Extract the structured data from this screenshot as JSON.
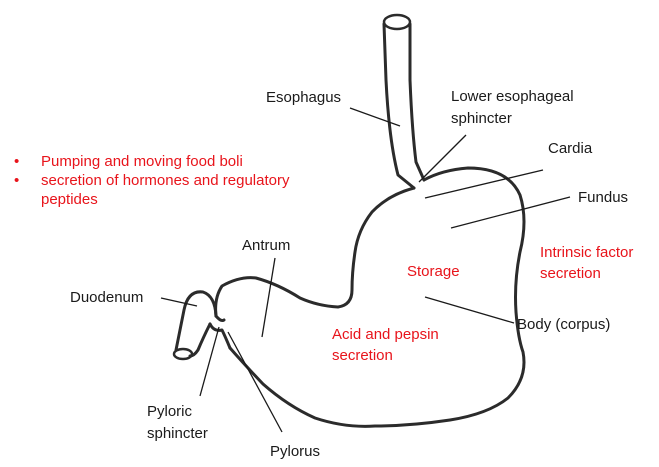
{
  "colors": {
    "outline": "#2b2b2b",
    "label_text": "#1a1a1a",
    "function_text": "#e8141b"
  },
  "anatomy_labels": {
    "esophagus": "Esophagus",
    "les_line1": "Lower esophageal",
    "les_line2": "sphincter",
    "cardia": "Cardia",
    "fundus": "Fundus",
    "body": "Body (corpus)",
    "antrum": "Antrum",
    "duodenum": "Duodenum",
    "pyloric_line1": "Pyloric",
    "pyloric_line2": "sphincter",
    "pylorus": "Pylorus"
  },
  "function_labels": {
    "bullets": [
      {
        "marker": "•",
        "text": "Pumping and moving food boli"
      },
      {
        "marker": "•",
        "text": "secretion of hormones and regulatory"
      }
    ],
    "bullet_continuation": "peptides",
    "storage": "Storage",
    "intrinsic_line1": "Intrinsic factor",
    "intrinsic_line2": "secretion",
    "acid_line1": "Acid and pepsin",
    "acid_line2": "secretion"
  }
}
